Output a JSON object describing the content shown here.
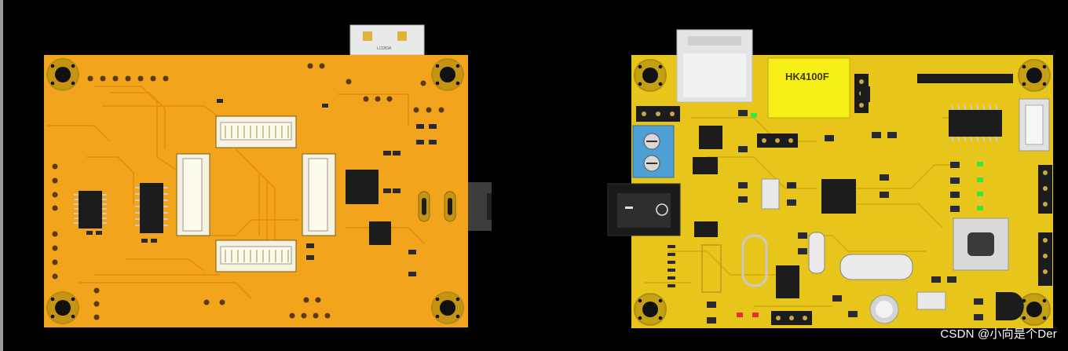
{
  "scene": {
    "background": "#000000",
    "board_color_left": "#f2a51c",
    "board_color_right": "#e8c51a",
    "chip_color": "#1c1c1c",
    "crystal_color": "#f7ef18"
  },
  "left_board": {
    "usb_connector_label": "LCDIDA"
  },
  "right_board": {
    "crystal_label": "HK4100F"
  },
  "watermark": {
    "text": "CSDN @小向是个Der"
  }
}
